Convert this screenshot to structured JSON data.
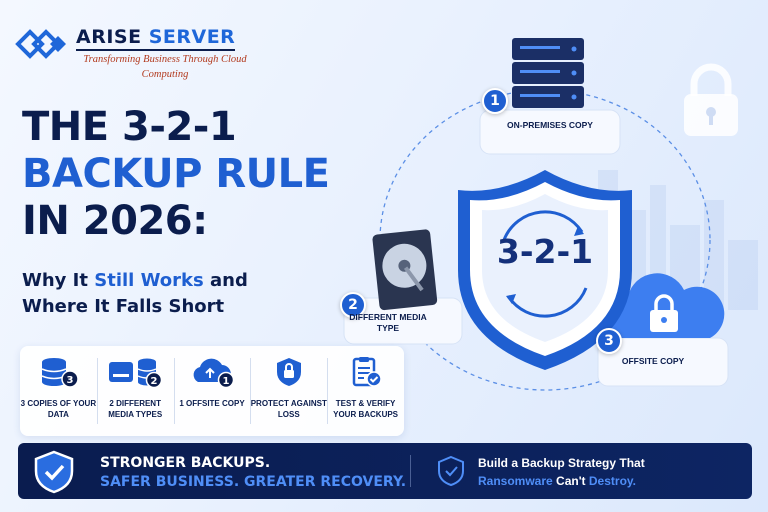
{
  "brand": {
    "name_main": "ARISE",
    "name_second": "SERVER",
    "tagline": "Transforming Business Through Cloud Computing"
  },
  "headline": {
    "line1": "THE 3-2-1",
    "line2": "BACKUP RULE",
    "line3": "IN 2026:"
  },
  "subhead": {
    "part1": "Why It ",
    "highlight": "Still Works",
    "part2": " and Where It Falls Short"
  },
  "shield_text": "3-2-1",
  "platforms": [
    {
      "number": "1",
      "label": "On-Premises Copy",
      "icon": "server-rack-icon"
    },
    {
      "number": "2",
      "label": "Different Media Type",
      "icon": "hard-drive-icon"
    },
    {
      "number": "3",
      "label": "Offsite Copy",
      "icon": "cloud-lock-icon"
    }
  ],
  "features": [
    {
      "label": "3 Copies of Your Data",
      "icon": "database-icon",
      "badge": "3"
    },
    {
      "label": "2 Different Media Types",
      "icon": "drive-database-icon",
      "badge": "2"
    },
    {
      "label": "1 Offsite Copy",
      "icon": "cloud-upload-icon",
      "badge": "1"
    },
    {
      "label": "Protect Against Loss",
      "icon": "shield-lock-icon"
    },
    {
      "label": "Test & Verify Your Backups",
      "icon": "checklist-icon"
    }
  ],
  "banner": {
    "left_line1": "STRONGER BACKUPS.",
    "left_line2": "SAFER BUSINESS. GREATER RECOVERY.",
    "right_line1": "Build a Backup Strategy That",
    "right_word1": "Ransomware",
    "right_word2": " Can't ",
    "right_word3": "Destroy."
  },
  "colors": {
    "navy": "#0b1d4d",
    "accent_blue": "#1f5fd1",
    "light_blue": "#4f8ef7",
    "tagline_red": "#b23a1e"
  }
}
